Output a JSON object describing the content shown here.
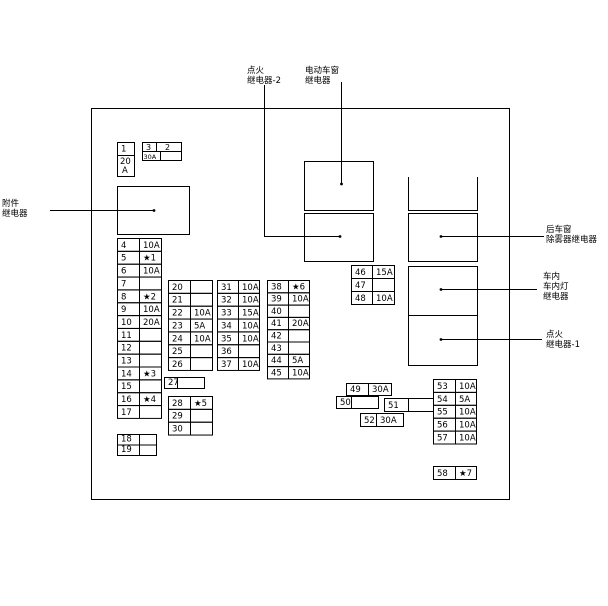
{
  "title": "",
  "callouts": {
    "ignition_relay_2": [
      "点火",
      "继电器-2"
    ],
    "power_window_relay": [
      "电动车窗",
      "继电器"
    ],
    "accessory_relay": [
      "附件",
      "继电器"
    ],
    "rear_defogger_relay": [
      "后车窗",
      "除雾器继电器"
    ],
    "interior_lamp_relay": [
      "车内",
      "车内灯",
      "继电器"
    ],
    "ignition_relay_1": [
      "点火",
      "继电器-1"
    ]
  },
  "fuses": {
    "f1": {
      "num": "1",
      "rating": "",
      "num2": "20",
      "rating2": "A"
    },
    "f3": {
      "num": "3",
      "num2": "2",
      "rating": "30A"
    },
    "col_left": [
      {
        "num": "4",
        "rating": "10A"
      },
      {
        "num": "5",
        "rating": "★1"
      },
      {
        "num": "6",
        "rating": "10A"
      },
      {
        "num": "7",
        "rating": ""
      },
      {
        "num": "8",
        "rating": "★2"
      },
      {
        "num": "9",
        "rating": "10A"
      },
      {
        "num": "10",
        "rating": "20A"
      },
      {
        "num": "11",
        "rating": ""
      },
      {
        "num": "12",
        "rating": ""
      },
      {
        "num": "13",
        "rating": ""
      },
      {
        "num": "14",
        "rating": "★3"
      },
      {
        "num": "15",
        "rating": ""
      },
      {
        "num": "16",
        "rating": "★4"
      },
      {
        "num": "17",
        "rating": ""
      }
    ],
    "col_18_19": [
      {
        "num": "18",
        "rating": ""
      },
      {
        "num": "19",
        "rating": ""
      }
    ],
    "col_20": [
      {
        "num": "20",
        "rating": ""
      },
      {
        "num": "21",
        "rating": ""
      },
      {
        "num": "22",
        "rating": "10A"
      },
      {
        "num": "23",
        "rating": "5A"
      },
      {
        "num": "24",
        "rating": "10A"
      },
      {
        "num": "25",
        "rating": ""
      },
      {
        "num": "26",
        "rating": ""
      }
    ],
    "f27": {
      "num": "27",
      "rating": ""
    },
    "col_28": [
      {
        "num": "28",
        "rating": "★5"
      },
      {
        "num": "29",
        "rating": ""
      },
      {
        "num": "30",
        "rating": ""
      }
    ],
    "col_31": [
      {
        "num": "31",
        "rating": "10A"
      },
      {
        "num": "32",
        "rating": "10A"
      },
      {
        "num": "33",
        "rating": "15A"
      },
      {
        "num": "34",
        "rating": "10A"
      },
      {
        "num": "35",
        "rating": "10A"
      },
      {
        "num": "36",
        "rating": ""
      },
      {
        "num": "37",
        "rating": "10A"
      }
    ],
    "col_38": [
      {
        "num": "38",
        "rating": "★6"
      },
      {
        "num": "39",
        "rating": "10A"
      },
      {
        "num": "40",
        "rating": ""
      },
      {
        "num": "41",
        "rating": "20A"
      },
      {
        "num": "42",
        "rating": ""
      },
      {
        "num": "43",
        "rating": ""
      },
      {
        "num": "44",
        "rating": "5A"
      },
      {
        "num": "45",
        "rating": "10A"
      }
    ],
    "col_46": [
      {
        "num": "46",
        "rating": "15A"
      },
      {
        "num": "47",
        "rating": ""
      },
      {
        "num": "48",
        "rating": "10A"
      }
    ],
    "f49": {
      "num": "49",
      "rating": "30A"
    },
    "f50": {
      "num": "50",
      "rating": ""
    },
    "f51": {
      "num": "51",
      "rating": ""
    },
    "f52": {
      "num": "52",
      "rating": "30A"
    },
    "col_53": [
      {
        "num": "53",
        "rating": "10A"
      },
      {
        "num": "54",
        "rating": "5A"
      },
      {
        "num": "55",
        "rating": "10A"
      },
      {
        "num": "56",
        "rating": "10A"
      },
      {
        "num": "57",
        "rating": "10A"
      }
    ],
    "f58": {
      "num": "58",
      "rating": "★7"
    }
  }
}
